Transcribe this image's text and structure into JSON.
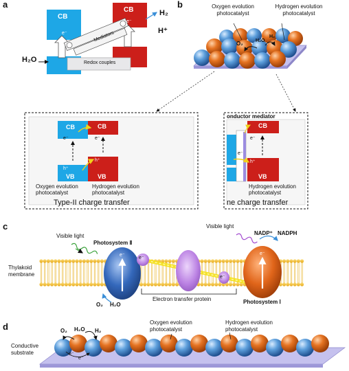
{
  "panels": {
    "a": "a",
    "b": "b",
    "c": "c",
    "d": "d"
  },
  "band": {
    "cb": "CB",
    "vb": "VB"
  },
  "carrier": {
    "electron": "e⁻",
    "hole": "h⁺"
  },
  "panel_a": {
    "h2": "H₂",
    "hplus": "H⁺",
    "h2o": "H₂O",
    "redox": "Redox couples",
    "mediator": "Mediators",
    "electron_label": "e⁻"
  },
  "panel_b": {
    "oxygen_cat": "Oxygen evolution photocatalyst",
    "oxygen_line1": "Oxygen evolution",
    "oxygen_line2": "photocatalyst",
    "hydrogen_line1": "Hydrogen evolution",
    "hydrogen_line2": "photocatalyst",
    "o2": "O₂",
    "h2o": "H₂O",
    "h2": "H₂"
  },
  "inset_left": {
    "oxygen_line1": "Oxygen evolution",
    "oxygen_line2": "photocatalyst",
    "hydrogen_line1": "Hydrogen evolution",
    "hydrogen_line2": "photocatalyst",
    "caption": "Type-II charge transfer"
  },
  "inset_right": {
    "header": "onductor mediator",
    "hydrogen_line1": "Hydrogen evolution",
    "hydrogen_line2": "photocatalyst",
    "caption": "ne charge transfer"
  },
  "panel_c": {
    "visible_light_left": "Visible light",
    "visible_light_right": "Visible light",
    "ps2": "Photosystem Ⅱ",
    "ps1": "Photosystem Ⅰ",
    "thylakoid1": "Thylakoid",
    "thylakoid2": "membrane",
    "nadp": "NADP⁺",
    "nadph": "NADPH",
    "o2": "O₂",
    "h2o": "H₂O",
    "etp": "Electron transfer protein"
  },
  "panel_d": {
    "o2": "O₂",
    "h2o": "H₂O",
    "h2": "H₂",
    "substrate1": "Conductive",
    "substrate2": "substrate",
    "oxygen_line1": "Oxygen evolution",
    "oxygen_line2": "photocatalyst",
    "hydrogen_line1": "Hydrogen evolution",
    "hydrogen_line2": "photocatalyst"
  },
  "colors": {
    "cb_blue": "#1ea7e6",
    "cb_red": "#cc1f1a",
    "sphere_blue": "#4f8fd0",
    "sphere_orange": "#e06a1a",
    "membrane": "#f6c23d",
    "ps2": "#2f5fb0",
    "ps1": "#d95d12",
    "etp": "#b57be0",
    "substrate": "#b9b4e6"
  }
}
